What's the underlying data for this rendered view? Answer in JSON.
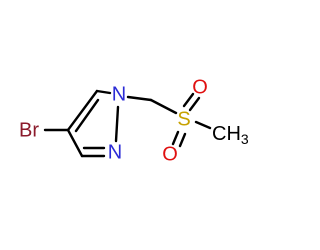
{
  "molecule": {
    "atoms": {
      "br": {
        "label": "Br",
        "color": "#8b1a2b"
      },
      "n1": {
        "label": "N",
        "color": "#2b2bd6"
      },
      "n2": {
        "label": "N",
        "color": "#2b2bd6"
      },
      "s": {
        "label": "S",
        "color": "#c7a100"
      },
      "o1": {
        "label": "O",
        "color": "#e01010"
      },
      "o2": {
        "label": "O",
        "color": "#e01010"
      },
      "ch3": {
        "label": "CH",
        "sub": "3",
        "color": "#000000"
      }
    },
    "bond_color": "#000000"
  }
}
